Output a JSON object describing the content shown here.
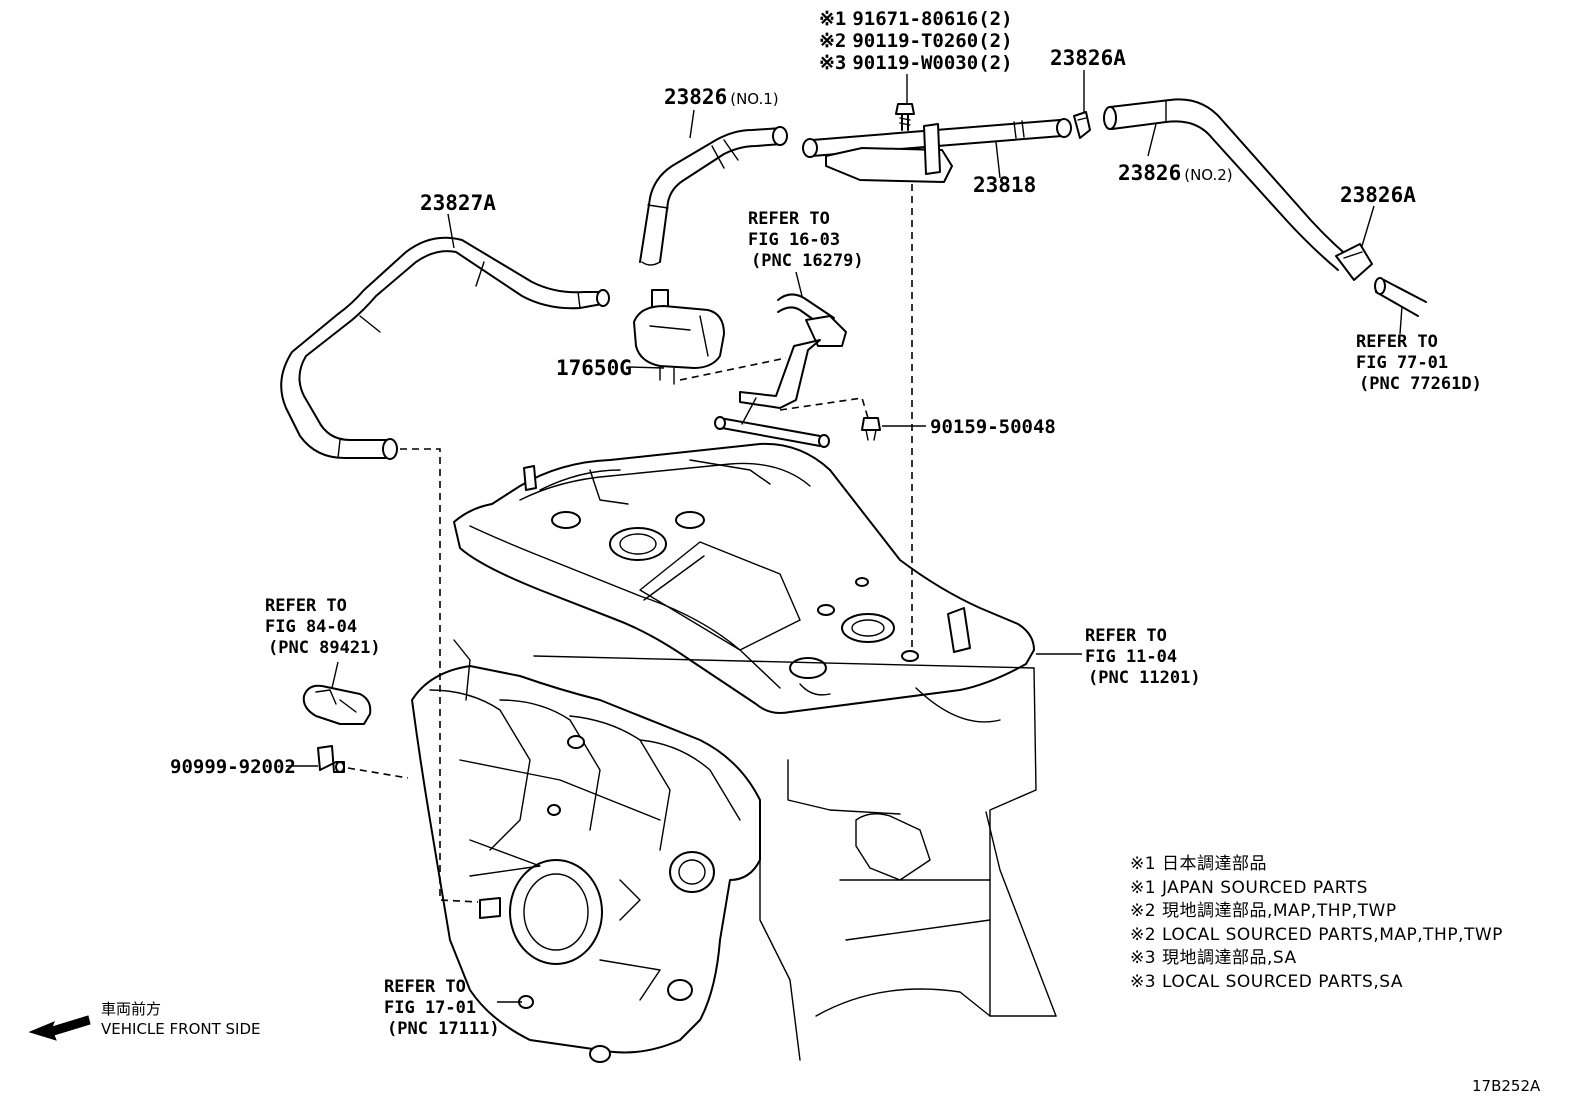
{
  "diagram": {
    "part_labels": [
      {
        "id": "91671",
        "marker": "※1",
        "text": "91671-80616(2)"
      },
      {
        "id": "90119a",
        "marker": "※2",
        "text": "90119-T0260(2)"
      },
      {
        "id": "90119b",
        "marker": "※3",
        "text": "90119-W0030(2)"
      },
      {
        "id": "23826a_top",
        "text": "23826A"
      },
      {
        "id": "23826_no1",
        "text": "23826",
        "sub": "(NO.1)"
      },
      {
        "id": "23818",
        "text": "23818"
      },
      {
        "id": "23826_no2",
        "text": "23826",
        "sub": "(NO.2)"
      },
      {
        "id": "23826a_right",
        "text": "23826A"
      },
      {
        "id": "23827a",
        "text": "23827A"
      },
      {
        "id": "17650g",
        "text": "17650G"
      },
      {
        "id": "90159",
        "text": "90159-50048"
      },
      {
        "id": "90999",
        "text": "90999-92002"
      }
    ],
    "references": [
      {
        "id": "ref16",
        "line1": "REFER TO",
        "line2": "FIG 16-03",
        "line3": "(PNC 16279)"
      },
      {
        "id": "ref77",
        "line1": "REFER TO",
        "line2": "FIG 77-01",
        "line3": "(PNC 77261D)"
      },
      {
        "id": "ref84",
        "line1": "REFER TO",
        "line2": "FIG 84-04",
        "line3": "(PNC 89421)"
      },
      {
        "id": "ref11",
        "line1": "REFER TO",
        "line2": "FIG 11-04",
        "line3": "(PNC 11201)"
      },
      {
        "id": "ref17",
        "line1": "REFER TO",
        "line2": "FIG 17-01",
        "line3": "(PNC 17111)"
      }
    ],
    "notes": [
      "※1 日本調達部品",
      "※1 JAPAN SOURCED PARTS",
      "※2 現地調達部品,MAP,THP,TWP",
      "※2 LOCAL SOURCED PARTS,MAP,THP,TWP",
      "※3 現地調達部品,SA",
      "※3 LOCAL SOURCED PARTS,SA"
    ],
    "front_indicator": {
      "jp": "車両前方",
      "en": "VEHICLE FRONT SIDE"
    },
    "figure_code": "17B252A"
  }
}
